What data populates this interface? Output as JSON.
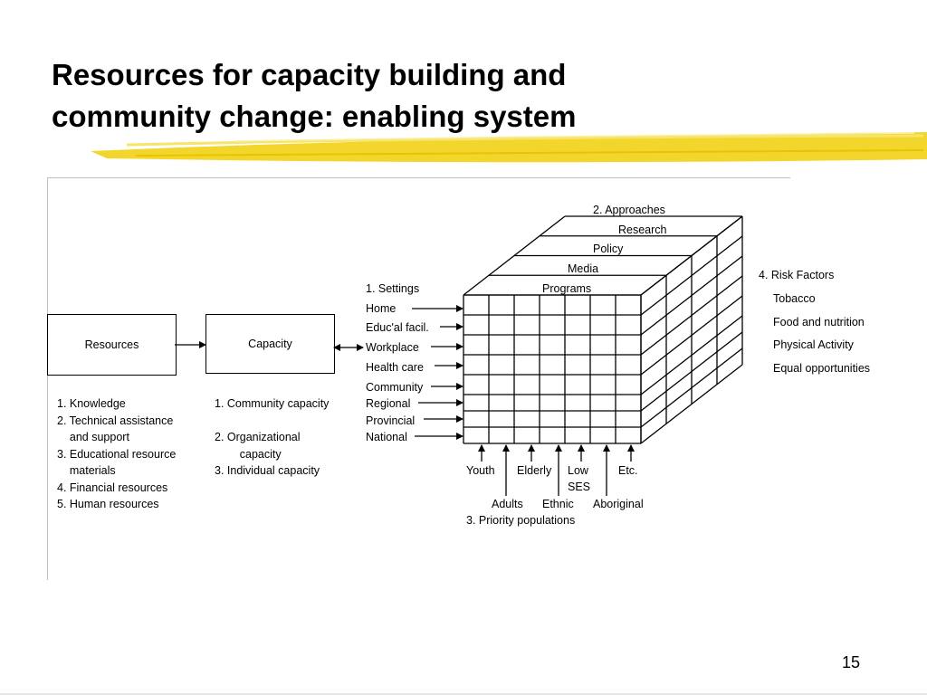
{
  "slide": {
    "title_line1": "Resources for capacity building and",
    "title_line2": "community change:  enabling system",
    "page_number": "15",
    "accent_color": "#f2d21a"
  },
  "diagram": {
    "resources_box": "Resources",
    "capacity_box": "Capacity",
    "resources_list": [
      "1. Knowledge",
      "2. Technical assistance",
      "    and support",
      "3. Educational resource",
      "    materials",
      "4. Financial resources",
      "5. Human resources"
    ],
    "capacity_list": [
      "1. Community capacity",
      "",
      "2. Organizational",
      "        capacity",
      "3. Individual capacity"
    ],
    "settings": {
      "heading": "1. Settings",
      "items": [
        "Home",
        "Educ'al facil.",
        "Workplace",
        "Health care",
        "Community",
        "Regional",
        "Provincial",
        "National"
      ]
    },
    "approaches": {
      "heading": "2. Approaches",
      "items": [
        "Research",
        "Policy",
        "Media",
        "Programs"
      ]
    },
    "populations": {
      "heading": "3. Priority populations",
      "top_row": [
        "Youth",
        "Elderly",
        "Low",
        "Etc."
      ],
      "ses": "SES",
      "bottom_row": [
        "Adults",
        "Ethnic",
        "Aboriginal"
      ]
    },
    "risk_factors": {
      "heading": "4. Risk Factors",
      "items": [
        "Tobacco",
        "Food and nutrition",
        "Physical Activity",
        "Equal opportunities"
      ]
    }
  }
}
